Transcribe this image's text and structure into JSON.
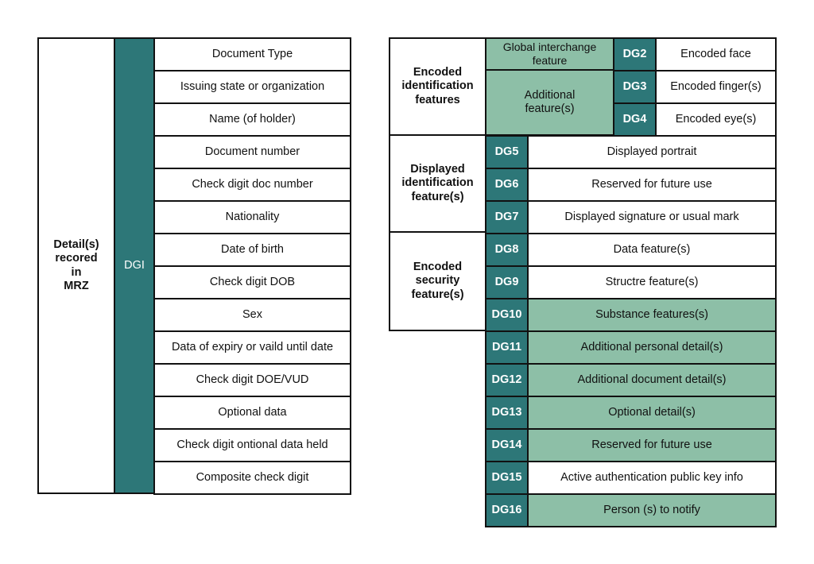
{
  "left": {
    "group_label": "Detail(s)\nrecored\nin\nMRZ",
    "dg_label": "DGI",
    "rows": [
      "Document Type",
      "Issuing state or organization",
      "Name (of holder)",
      "Document number",
      "Check digit doc number",
      "Nationality",
      "Date of birth",
      "Check digit DOB",
      "Sex",
      "Data of expiry or vaild until date",
      "Check digit DOE/VUD",
      "Optional data",
      "Check digit ontional data held",
      "Composite check digit"
    ]
  },
  "right": {
    "groups": [
      {
        "label": "Encoded\nidentification\nfeatures"
      },
      {
        "label": "Displayed\nidentification\nfeature(s)"
      },
      {
        "label": "Encoded\nsecurity\nfeature(s)"
      }
    ],
    "subgroups": [
      {
        "label": "Global interchange\nfeature"
      },
      {
        "label": "Additional\nfeature(s)"
      }
    ],
    "rows": [
      {
        "dg": "DG2",
        "desc": "Encoded face"
      },
      {
        "dg": "DG3",
        "desc": "Encoded finger(s)"
      },
      {
        "dg": "DG4",
        "desc": "Encoded eye(s)"
      },
      {
        "dg": "DG5",
        "desc": "Displayed portrait"
      },
      {
        "dg": "DG6",
        "desc": "Reserved for future use"
      },
      {
        "dg": "DG7",
        "desc": "Displayed signature or usual mark"
      },
      {
        "dg": "DG8",
        "desc": "Data feature(s)"
      },
      {
        "dg": "DG9",
        "desc": "Structre feature(s)"
      },
      {
        "dg": "DG10",
        "desc": "Substance features(s)"
      },
      {
        "dg": "DG11",
        "desc": "Additional personal detail(s)"
      },
      {
        "dg": "DG12",
        "desc": "Additional document detail(s)"
      },
      {
        "dg": "DG13",
        "desc": "Optional detail(s)"
      },
      {
        "dg": "DG14",
        "desc": "Reserved for future use"
      },
      {
        "dg": "DG15",
        "desc": "Active authentication public key info"
      },
      {
        "dg": "DG16",
        "desc": "Person (s) to notify"
      }
    ]
  },
  "colors": {
    "dg_teal": "#2d7778",
    "light_green": "#8dbfa7",
    "border": "#111111"
  }
}
